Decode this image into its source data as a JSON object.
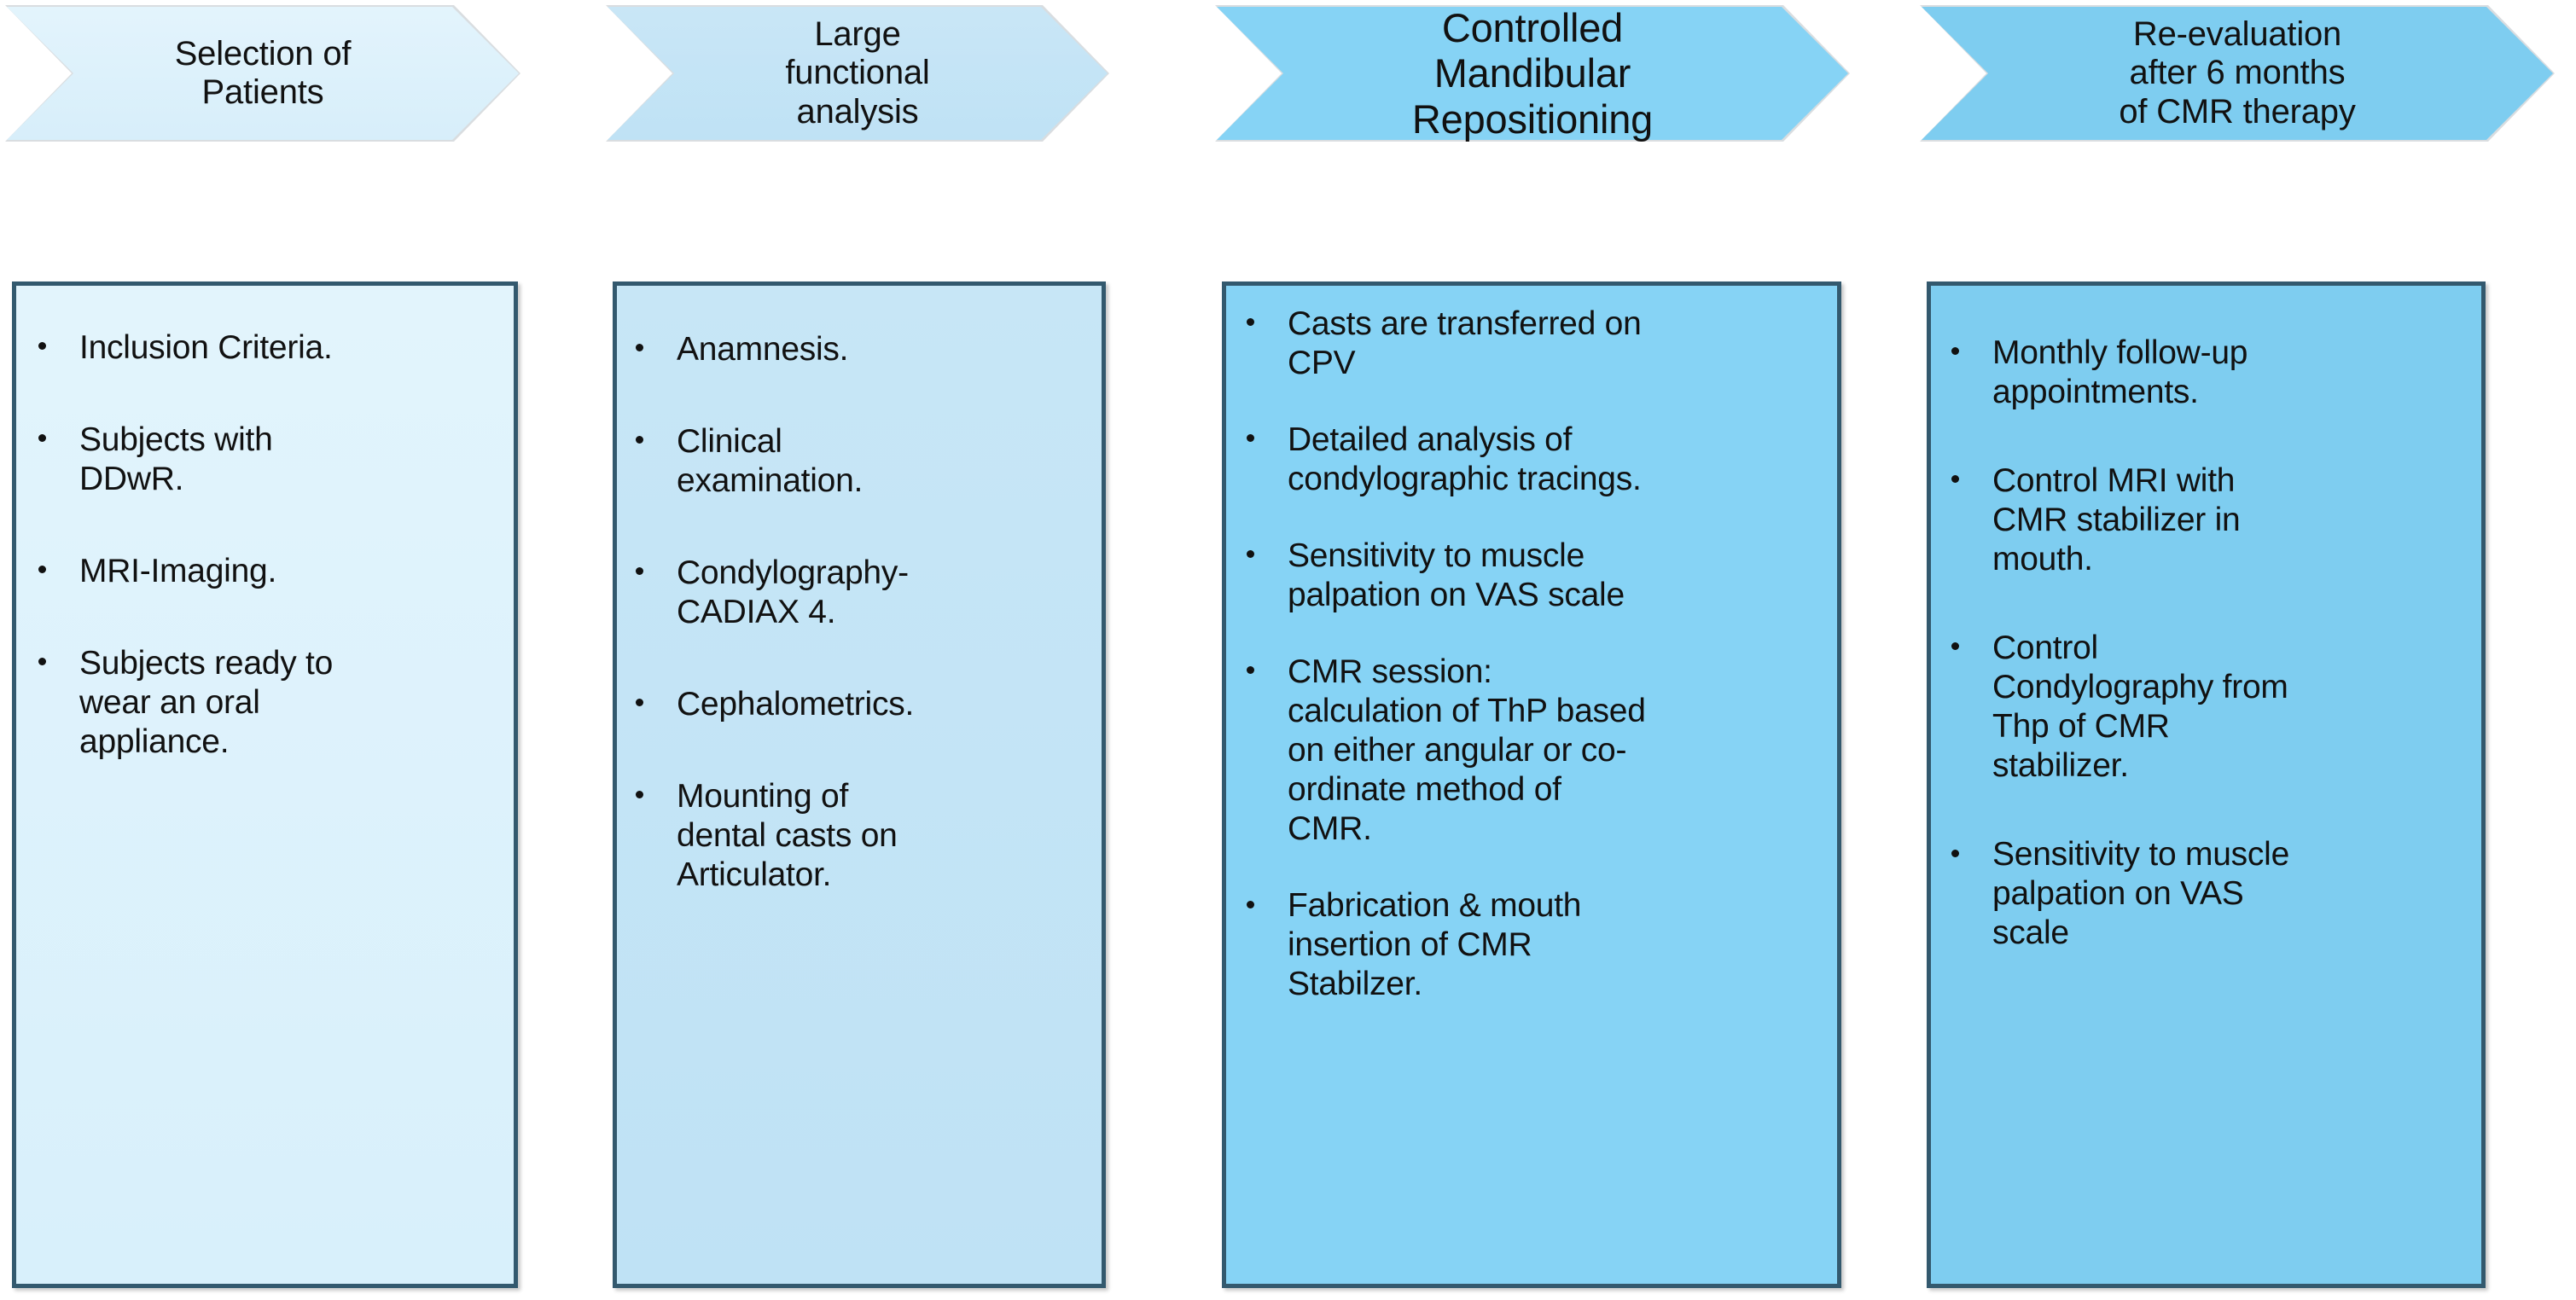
{
  "diagram": {
    "title": "Controlled Mandibular Repositioning (CMR) study workflow",
    "type": "chevron-process-flow",
    "stage_count": 4,
    "colors": {
      "stage1_fill": "#dcf0fa",
      "stage2_fill": "#c4e4f5",
      "stage3_fill": "#86d3f5",
      "stage4_fill": "#7ecdf0",
      "box_border": "#33596e",
      "text": "#111111",
      "chevron_outline": "#d9dde0"
    },
    "stages": [
      {
        "id": "stage-1",
        "header": "Selection of\nPatients",
        "bullets": [
          "Inclusion Criteria.",
          "Subjects with\nDDwR.",
          "MRI-Imaging.",
          "Subjects ready to\nwear an oral\nappliance."
        ]
      },
      {
        "id": "stage-2",
        "header": "Large\nfunctional\nanalysis",
        "bullets": [
          "Anamnesis.",
          "Clinical\nexamination.",
          "Condylography-\nCADIAX 4.",
          "Cephalometrics.",
          "Mounting of\ndental casts on\nArticulator."
        ]
      },
      {
        "id": "stage-3",
        "header": "Controlled\nMandibular\nRepositioning",
        "bullets": [
          "Casts are transferred on\nCPV",
          "Detailed analysis of\ncondylographic tracings.",
          "Sensitivity to muscle\npalpation on VAS scale",
          "CMR session:\ncalculation of ThP based\non either angular or co-\nordinate method of\nCMR.",
          "Fabrication & mouth\ninsertion of CMR\nStabilzer."
        ]
      },
      {
        "id": "stage-4",
        "header": "Re-evaluation\nafter 6 months\nof CMR therapy",
        "bullets": [
          "Monthly follow-up\nappointments.",
          "Control MRI with\nCMR stabilizer in\nmouth.",
          "Control\nCondylography from\nThp of CMR\nstabilizer.",
          "Sensitivity to muscle\npalpation on VAS\nscale"
        ]
      }
    ]
  }
}
